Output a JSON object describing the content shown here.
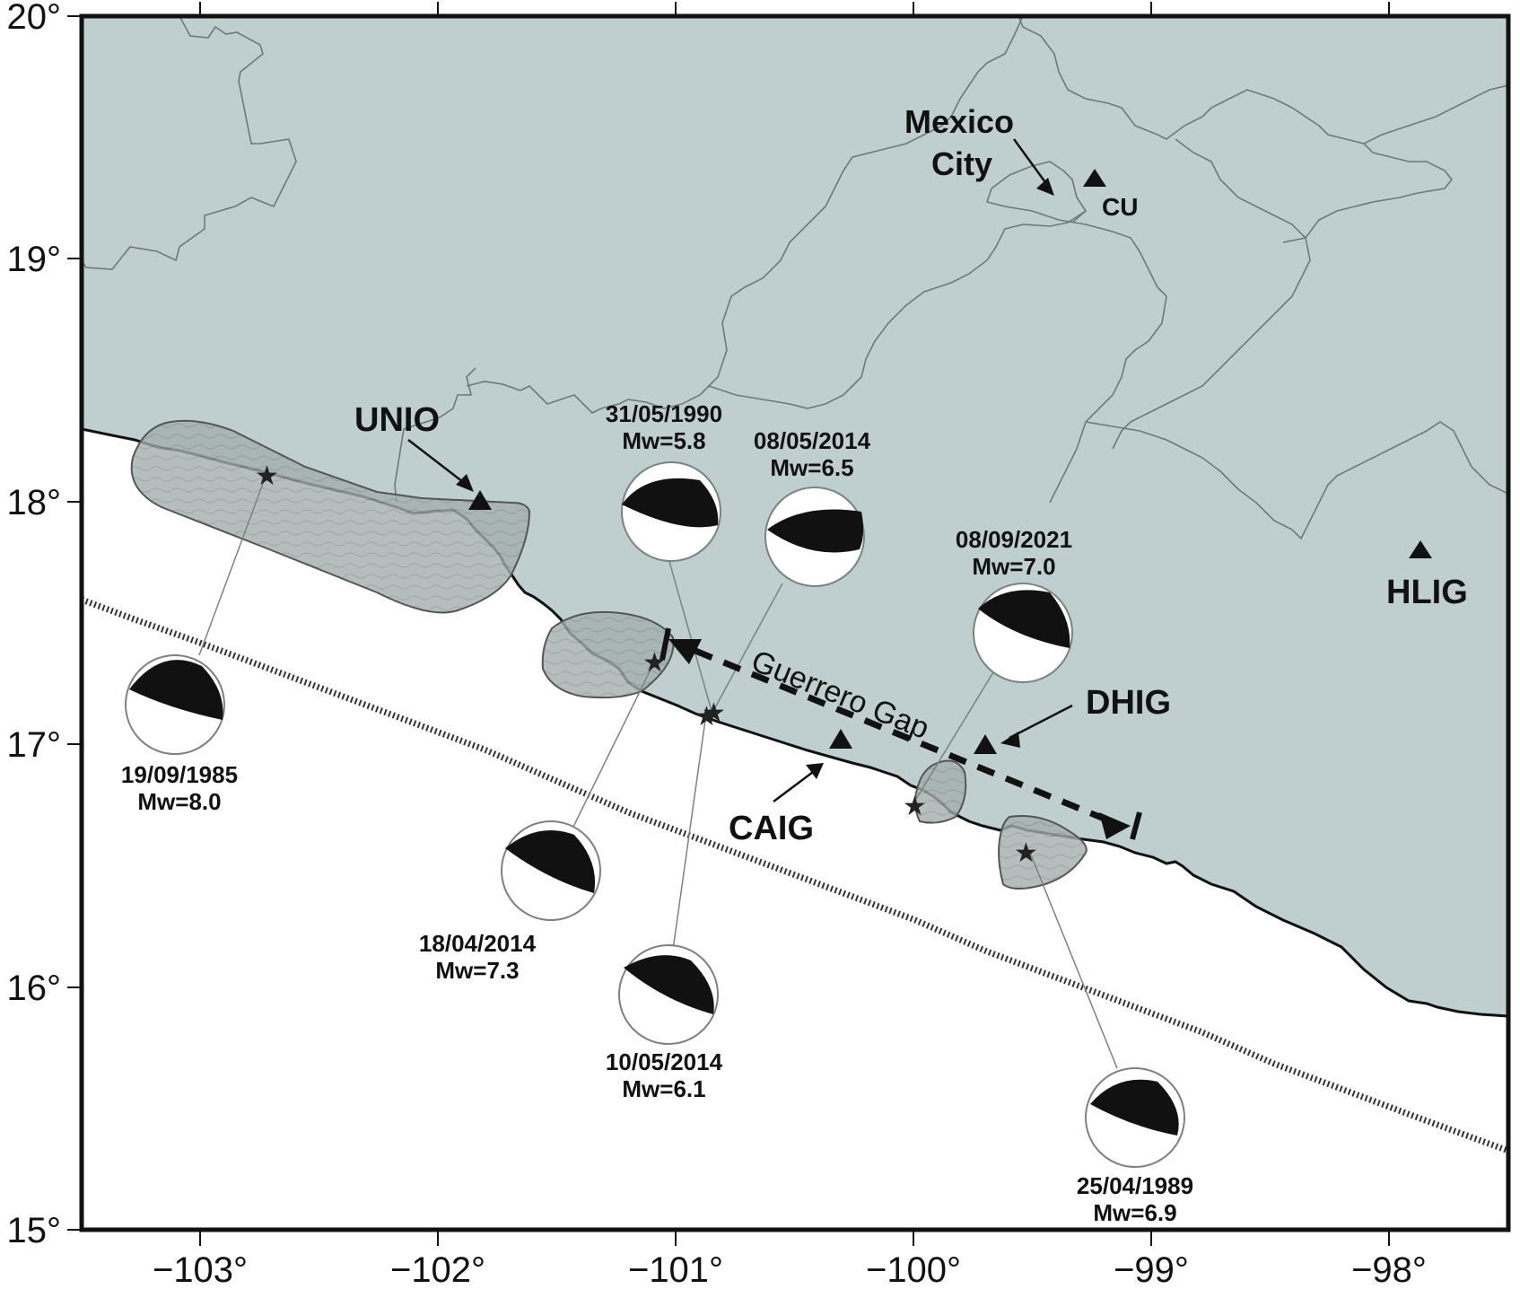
{
  "figure": {
    "type": "seismotectonic map",
    "region": "Guerrero, Mexico"
  },
  "axes": {
    "lon_range": [
      -103.5,
      -97.5
    ],
    "lat_range": [
      15,
      20
    ],
    "x_ticks": [
      {
        "value": -103,
        "label": "−103°"
      },
      {
        "value": -102,
        "label": "−102°"
      },
      {
        "value": -101,
        "label": "−101°"
      },
      {
        "value": -100,
        "label": "−100°"
      },
      {
        "value": -99,
        "label": "−99°"
      },
      {
        "value": -98,
        "label": "−98°"
      }
    ],
    "y_ticks": [
      {
        "value": 20,
        "label": "20°"
      },
      {
        "value": 19,
        "label": "19°"
      },
      {
        "value": 18,
        "label": "18°"
      },
      {
        "value": 17,
        "label": "17°"
      },
      {
        "value": 16,
        "label": "16°"
      },
      {
        "value": 15,
        "label": "15°"
      }
    ]
  },
  "colors": {
    "land": "#bfcfcf",
    "ocean": "#ffffff",
    "rupture_fill": "#8f9a9a",
    "border": "#6e7878",
    "coast": "#111111",
    "beachball_comp": "#111111"
  },
  "labels": {
    "mexico_city_line1": "Mexico",
    "mexico_city_line2": "City",
    "gap": "Guerrero Gap"
  },
  "stations": [
    {
      "id": "UNIO",
      "label": "UNIO",
      "lon": -101.81,
      "lat": 17.98
    },
    {
      "id": "CU",
      "label": "CU",
      "lon": -99.18,
      "lat": 19.33
    },
    {
      "id": "CAIG",
      "label": "CAIG",
      "lon": -100.27,
      "lat": 17.05
    },
    {
      "id": "DHIG",
      "label": "DHIG",
      "lon": -99.67,
      "lat": 17.02
    },
    {
      "id": "HLIG",
      "label": "HLIG",
      "lon": -97.8,
      "lat": 17.83
    }
  ],
  "events": [
    {
      "date": "19/09/1985",
      "mw": "Mw=8.0",
      "epi_lon": -102.72,
      "epi_lat": 18.14
    },
    {
      "date": "31/05/1990",
      "mw": "Mw=5.8",
      "epi_lon": -100.85,
      "epi_lat": 17.16
    },
    {
      "date": "08/05/2014",
      "mw": "Mw=6.5",
      "epi_lon": -100.83,
      "epi_lat": 17.15
    },
    {
      "date": "08/09/2021",
      "mw": "Mw=7.0",
      "epi_lon": -99.95,
      "epi_lat": 16.77
    },
    {
      "date": "18/04/2014",
      "mw": "Mw=7.3",
      "epi_lon": -101.09,
      "epi_lat": 17.38
    },
    {
      "date": "10/05/2014",
      "mw": "Mw=6.1",
      "epi_lon": -100.82,
      "epi_lat": 17.17
    },
    {
      "date": "25/04/1989",
      "mw": "Mw=6.9",
      "epi_lon": -99.53,
      "epi_lat": 16.58
    }
  ]
}
